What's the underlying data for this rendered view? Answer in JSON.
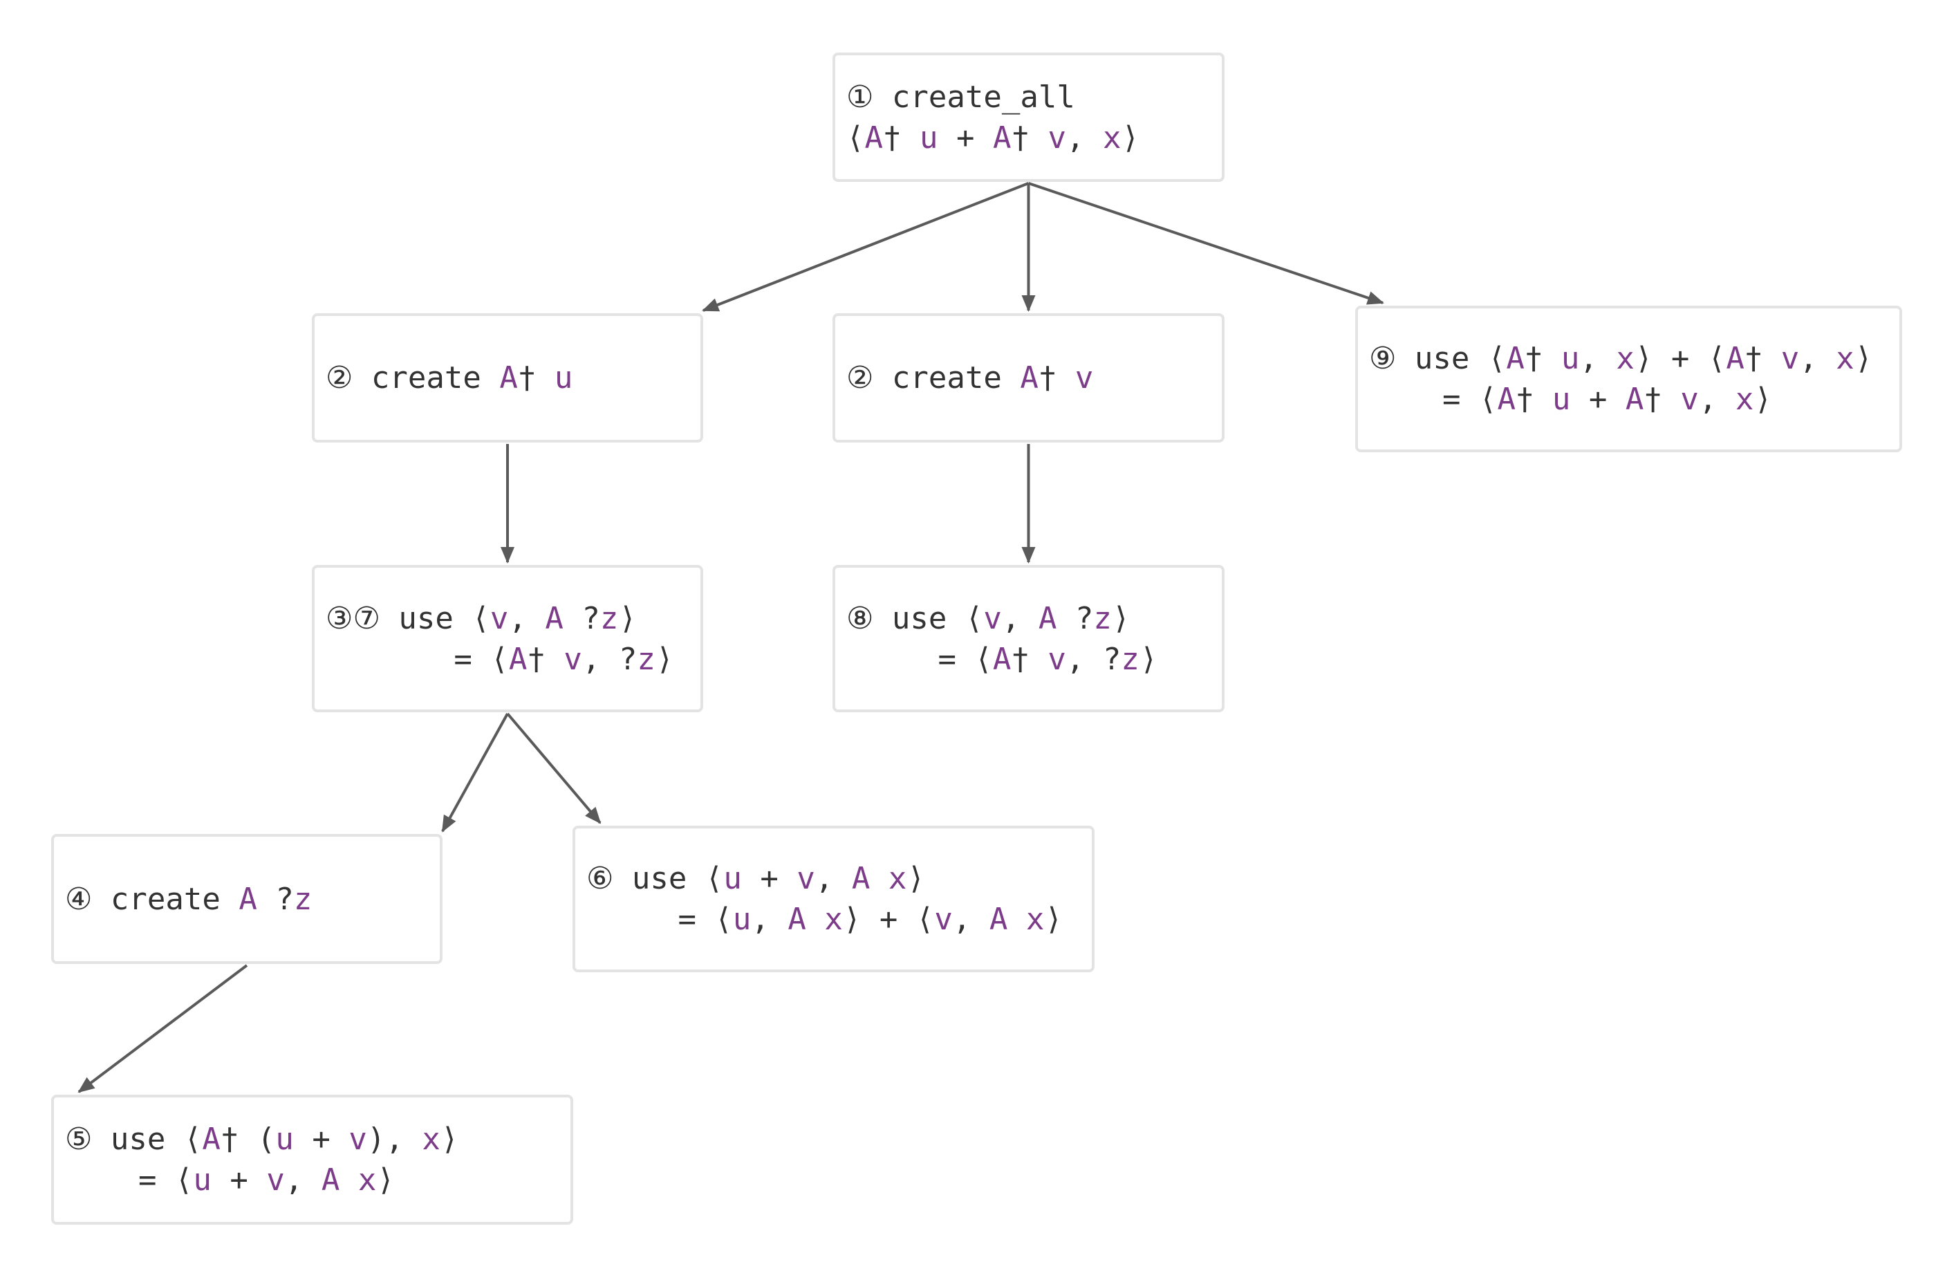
{
  "colors": {
    "text": "#333333",
    "variable": "#7d3c8a",
    "edge": "#5a5a5a",
    "node_border": "#e3e3e3",
    "background": "#ffffff"
  },
  "nodes": [
    {
      "id": "n1",
      "lines": [
        [
          [
            "p",
            "① create_all"
          ]
        ],
        [
          [
            "p",
            "⟨"
          ],
          [
            "v",
            "A"
          ],
          [
            "p",
            "† "
          ],
          [
            "v",
            "u"
          ],
          [
            "p",
            " + "
          ],
          [
            "v",
            "A"
          ],
          [
            "p",
            "† "
          ],
          [
            "v",
            "v"
          ],
          [
            "p",
            ", "
          ],
          [
            "v",
            "x"
          ],
          [
            "p",
            "⟩"
          ]
        ]
      ]
    },
    {
      "id": "n2a",
      "lines": [
        [
          [
            "p",
            "② create "
          ],
          [
            "v",
            "A"
          ],
          [
            "p",
            "† "
          ],
          [
            "v",
            "u"
          ]
        ]
      ]
    },
    {
      "id": "n2b",
      "lines": [
        [
          [
            "p",
            "② create "
          ],
          [
            "v",
            "A"
          ],
          [
            "p",
            "† "
          ],
          [
            "v",
            "v"
          ]
        ]
      ]
    },
    {
      "id": "n9",
      "lines": [
        [
          [
            "p",
            "⑨ use ⟨"
          ],
          [
            "v",
            "A"
          ],
          [
            "p",
            "† "
          ],
          [
            "v",
            "u"
          ],
          [
            "p",
            ", "
          ],
          [
            "v",
            "x"
          ],
          [
            "p",
            "⟩ + ⟨"
          ],
          [
            "v",
            "A"
          ],
          [
            "p",
            "† "
          ],
          [
            "v",
            "v"
          ],
          [
            "p",
            ", "
          ],
          [
            "v",
            "x"
          ],
          [
            "p",
            "⟩"
          ]
        ],
        [
          [
            "p",
            "    = ⟨"
          ],
          [
            "v",
            "A"
          ],
          [
            "p",
            "† "
          ],
          [
            "v",
            "u"
          ],
          [
            "p",
            " + "
          ],
          [
            "v",
            "A"
          ],
          [
            "p",
            "† "
          ],
          [
            "v",
            "v"
          ],
          [
            "p",
            ", "
          ],
          [
            "v",
            "x"
          ],
          [
            "p",
            "⟩"
          ]
        ]
      ]
    },
    {
      "id": "n37",
      "lines": [
        [
          [
            "p",
            "③⑦ use ⟨"
          ],
          [
            "v",
            "v"
          ],
          [
            "p",
            ", "
          ],
          [
            "v",
            "A"
          ],
          [
            "p",
            " ?"
          ],
          [
            "v",
            "z"
          ],
          [
            "p",
            "⟩"
          ]
        ],
        [
          [
            "p",
            "       = ⟨"
          ],
          [
            "v",
            "A"
          ],
          [
            "p",
            "† "
          ],
          [
            "v",
            "v"
          ],
          [
            "p",
            ", ?"
          ],
          [
            "v",
            "z"
          ],
          [
            "p",
            "⟩"
          ]
        ]
      ]
    },
    {
      "id": "n8",
      "lines": [
        [
          [
            "p",
            "⑧ use ⟨"
          ],
          [
            "v",
            "v"
          ],
          [
            "p",
            ", "
          ],
          [
            "v",
            "A"
          ],
          [
            "p",
            " ?"
          ],
          [
            "v",
            "z"
          ],
          [
            "p",
            "⟩"
          ]
        ],
        [
          [
            "p",
            "     = ⟨"
          ],
          [
            "v",
            "A"
          ],
          [
            "p",
            "† "
          ],
          [
            "v",
            "v"
          ],
          [
            "p",
            ", ?"
          ],
          [
            "v",
            "z"
          ],
          [
            "p",
            "⟩"
          ]
        ]
      ]
    },
    {
      "id": "n4",
      "lines": [
        [
          [
            "p",
            "④ create "
          ],
          [
            "v",
            "A"
          ],
          [
            "p",
            " ?"
          ],
          [
            "v",
            "z"
          ]
        ]
      ]
    },
    {
      "id": "n6",
      "lines": [
        [
          [
            "p",
            "⑥ use ⟨"
          ],
          [
            "v",
            "u"
          ],
          [
            "p",
            " + "
          ],
          [
            "v",
            "v"
          ],
          [
            "p",
            ", "
          ],
          [
            "v",
            "A"
          ],
          [
            "p",
            " "
          ],
          [
            "v",
            "x"
          ],
          [
            "p",
            "⟩"
          ]
        ],
        [
          [
            "p",
            "     = ⟨"
          ],
          [
            "v",
            "u"
          ],
          [
            "p",
            ", "
          ],
          [
            "v",
            "A"
          ],
          [
            "p",
            " "
          ],
          [
            "v",
            "x"
          ],
          [
            "p",
            "⟩ + ⟨"
          ],
          [
            "v",
            "v"
          ],
          [
            "p",
            ", "
          ],
          [
            "v",
            "A"
          ],
          [
            "p",
            " "
          ],
          [
            "v",
            "x"
          ],
          [
            "p",
            "⟩"
          ]
        ]
      ]
    },
    {
      "id": "n5",
      "lines": [
        [
          [
            "p",
            "⑤ use ⟨"
          ],
          [
            "v",
            "A"
          ],
          [
            "p",
            "† ("
          ],
          [
            "v",
            "u"
          ],
          [
            "p",
            " + "
          ],
          [
            "v",
            "v"
          ],
          [
            "p",
            "), "
          ],
          [
            "v",
            "x"
          ],
          [
            "p",
            "⟩"
          ]
        ],
        [
          [
            "p",
            "    = ⟨"
          ],
          [
            "v",
            "u"
          ],
          [
            "p",
            " + "
          ],
          [
            "v",
            "v"
          ],
          [
            "p",
            ", "
          ],
          [
            "v",
            "A"
          ],
          [
            "p",
            " "
          ],
          [
            "v",
            "x"
          ],
          [
            "p",
            "⟩"
          ]
        ]
      ]
    }
  ],
  "edges": [
    {
      "from": "n1",
      "to": "n2a"
    },
    {
      "from": "n1",
      "to": "n2b"
    },
    {
      "from": "n1",
      "to": "n9"
    },
    {
      "from": "n2a",
      "to": "n37"
    },
    {
      "from": "n2b",
      "to": "n8"
    },
    {
      "from": "n37",
      "to": "n4"
    },
    {
      "from": "n37",
      "to": "n6"
    },
    {
      "from": "n4",
      "to": "n5"
    }
  ]
}
